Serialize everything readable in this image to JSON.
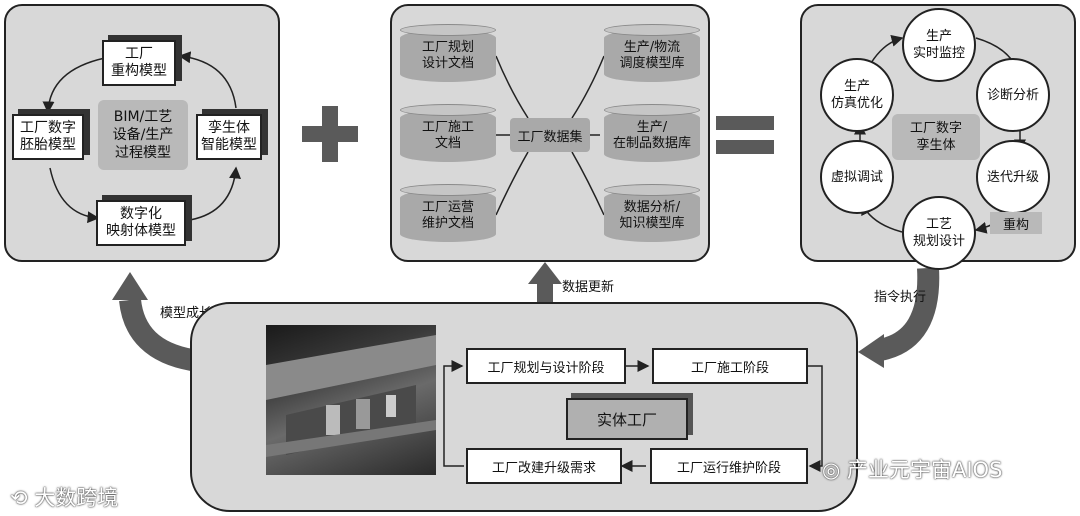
{
  "left_panel": {
    "top_box": "工厂\n重构模型",
    "left_box": "工厂数字\n胚胎模型",
    "right_box": "孪生体\n智能模型",
    "bottom_box": "数字化\n映射体模型",
    "center": "BIM/工艺\n设备/生产\n过程模型"
  },
  "middle_panel": {
    "left_items": [
      "工厂规划\n设计文档",
      "工厂施工\n文档",
      "工厂运营\n维护文档"
    ],
    "right_items": [
      "生产/物流\n调度模型库",
      "生产/\n在制品数据库",
      "数据分析/\n知识模型库"
    ],
    "hub": "工厂数据集"
  },
  "right_panel": {
    "cycle": [
      "生产\n实时监控",
      "诊断分析",
      "迭代升级",
      "工艺\n规划设计",
      "虚拟调试",
      "生产\n仿真优化"
    ],
    "center": "工厂数字\n孪生体",
    "reconstruct": "重构"
  },
  "arrows": {
    "left_label": "模型成长",
    "up_label": "数据更新",
    "right_label": "指令执行"
  },
  "bottom_panel": {
    "stages": [
      "工厂规划与设计阶段",
      "工厂施工阶段",
      "工厂运行维护阶段",
      "工厂改建升级需求"
    ],
    "entity": "实体工厂"
  },
  "watermarks": {
    "left": "大数跨境",
    "right": "产业元宇宙AIOS"
  }
}
